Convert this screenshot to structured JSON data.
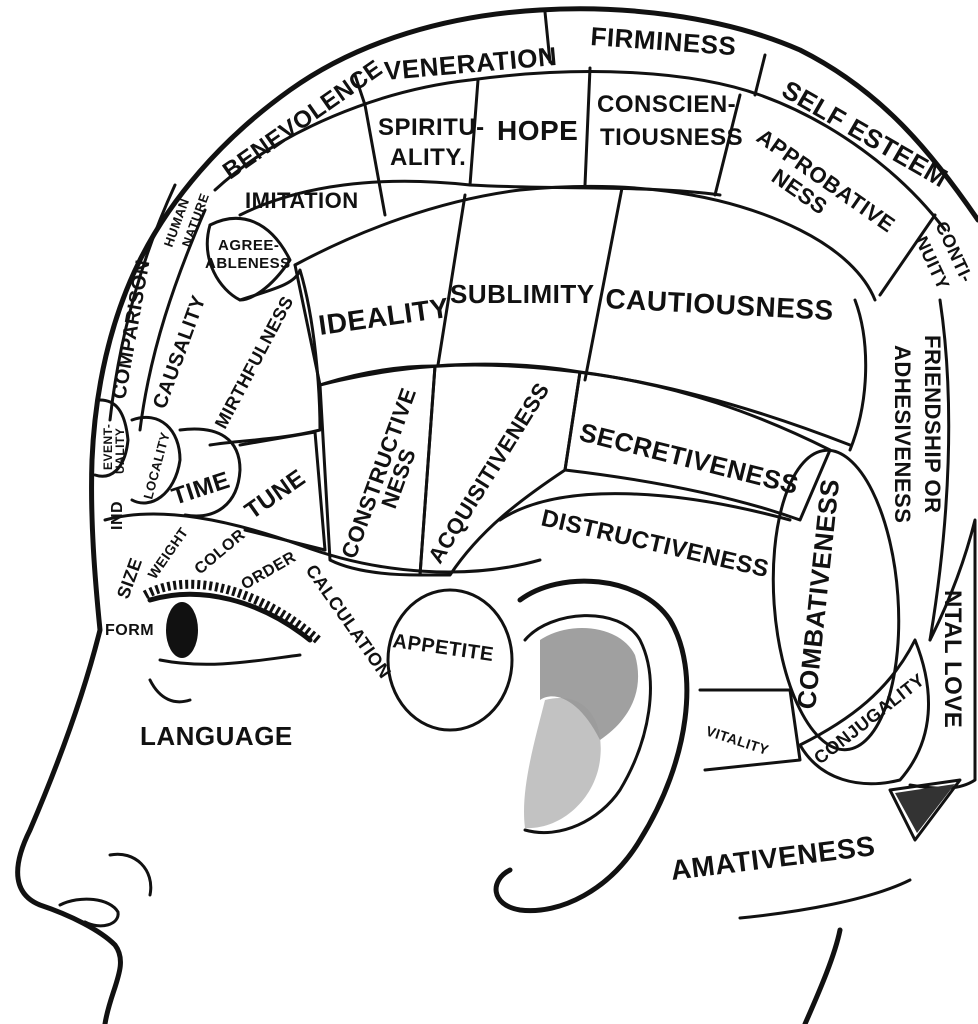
{
  "regions": {
    "firmness": "FIRMINESS",
    "veneration": "VENERATION",
    "benevolence": "BENEVOLENCE",
    "self_esteem": "SELF ESTEEM",
    "spirituality_1": "SPIRITU-",
    "spirituality_2": "ALITY.",
    "hope": "HOPE",
    "conscientiousness_1": "CONSCIEN-",
    "conscientiousness_2": "TIOUSNESS",
    "approbativeness_1": "APPROBATIVE",
    "approbativeness_2": "NESS",
    "continuity_1": "CONTI-",
    "continuity_2": "NUITY",
    "human_nature_1": "HUMAN",
    "human_nature_2": "NATURE",
    "imitation": "IMITATION",
    "agreeableness_1": "AGREE-",
    "agreeableness_2": "ABLENESS",
    "comparison": "COMPARISON",
    "causality": "CAUSALITY",
    "mirthfulness": "MIRTHFULNESS",
    "ideality": "IDEALITY",
    "sublimity": "SUBLIMITY",
    "cautiousness": "CAUTIOUSNESS",
    "friendship_1": "FRIENDSHIP OR",
    "friendship_2": "ADHESIVENESS",
    "eventuality_1": "EVENT-",
    "eventuality_2": "UALITY",
    "locality": "LOCALITY",
    "time": "TIME",
    "tune": "TUNE",
    "constructiveness_1": "CONSTRUCTIVE",
    "constructiveness_2": "NESS",
    "acquisitiveness": "ACQUISITIVENESS",
    "secretiveness": "SECRETIVENESS",
    "destructiveness": "DISTRUCTIVENESS",
    "combativeness": "COMBATIVENESS",
    "individuality": "IND",
    "size": "SIZE",
    "weight": "WEIGHT",
    "color": "COLOR",
    "order": "ORDER",
    "calculation": "CALCULATION",
    "form": "FORM",
    "appetite": "APPETITE",
    "vitality": "VITALITY",
    "conjugality": "CONJUGALITY",
    "parental_love": "NTAL LOVE",
    "amativeness": "AMATIVENESS",
    "language": "LANGUAGE"
  }
}
